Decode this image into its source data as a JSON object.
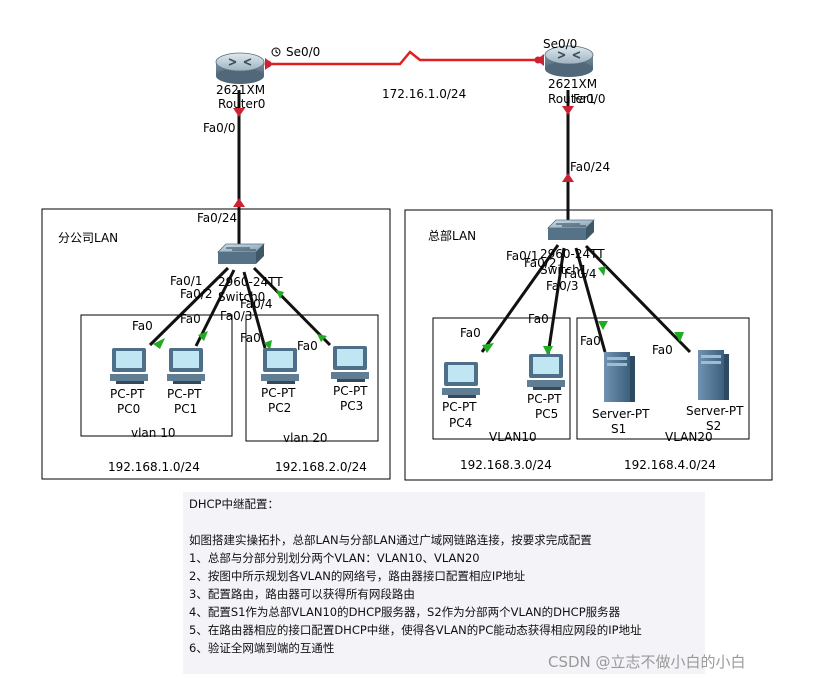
{
  "routers": {
    "r0": {
      "model": "2621XM",
      "name": "Router0"
    },
    "r1": {
      "model": "2621XM",
      "name": "Router1"
    }
  },
  "wan": {
    "network": "172.16.1.0/24",
    "r0_port": "Se0/0",
    "r1_port": "Se0/0",
    "clock_icon": "clock-icon"
  },
  "branch": {
    "title": "分公司LAN",
    "router_port": "Fa0/0",
    "switch_uplink": "Fa0/24",
    "switch_model": "2960-24TT",
    "switch_name": "Switch0",
    "ports": {
      "p1": "Fa0/1",
      "p2": "Fa0/2",
      "p3": "Fa0/3",
      "p4": "Fa0/4"
    },
    "pcs": [
      {
        "type": "PC-PT",
        "name": "PC0",
        "port": "Fa0"
      },
      {
        "type": "PC-PT",
        "name": "PC1",
        "port": "Fa0"
      },
      {
        "type": "PC-PT",
        "name": "PC2",
        "port": "Fa0"
      },
      {
        "type": "PC-PT",
        "name": "PC3",
        "port": "Fa0"
      }
    ],
    "vlan_a": "vlan 10",
    "vlan_b": "vlan 20",
    "subnet_a": "192.168.1.0/24",
    "subnet_b": "192.168.2.0/24"
  },
  "hq": {
    "title": "总部LAN",
    "router_port": "Fa0/0",
    "switch_uplink": "Fa0/24",
    "switch_model": "2960-24TT",
    "switch_name": "Switch1",
    "ports": {
      "p1": "Fa0/1",
      "p2": "Fa0/2",
      "p3": "Fa0/3",
      "p4": "Fa0/4"
    },
    "hosts": [
      {
        "type": "PC-PT",
        "name": "PC4",
        "port": "Fa0"
      },
      {
        "type": "PC-PT",
        "name": "PC5",
        "port": "Fa0"
      },
      {
        "type": "Server-PT",
        "name": "S1",
        "port": "Fa0"
      },
      {
        "type": "Server-PT",
        "name": "S2",
        "port": "Fa0"
      }
    ],
    "vlan_a": "VLAN10",
    "vlan_b": "VLAN20",
    "subnet_a": "192.168.3.0/24",
    "subnet_b": "192.168.4.0/24"
  },
  "notes": {
    "heading": "DHCP中继配置：",
    "intro": "如图搭建实操拓扑，总部LAN与分部LAN通过广域网链路连接，按要求完成配置",
    "items": [
      "1、总部与分部分别划分两个VLAN：VLAN10、VLAN20",
      "2、按图中所示规划各VLAN的网络号，路由器接口配置相应IP地址",
      "3、配置路由，路由器可以获得所有网段路由",
      "4、配置S1作为总部VLAN10的DHCP服务器，S2作为分部两个VLAN的DHCP服务器",
      "5、在路由器相应的接口配置DHCP中继，使得各VLAN的PC能动态获得相应网段的IP地址",
      "6、验证全网端到端的互通性"
    ]
  },
  "watermark": "CSDN @立志不做小白的小白",
  "colors": {
    "serial_link": "#e02020",
    "link_down": "#cc2233",
    "link_up": "#22aa22",
    "cable": "#111111"
  }
}
